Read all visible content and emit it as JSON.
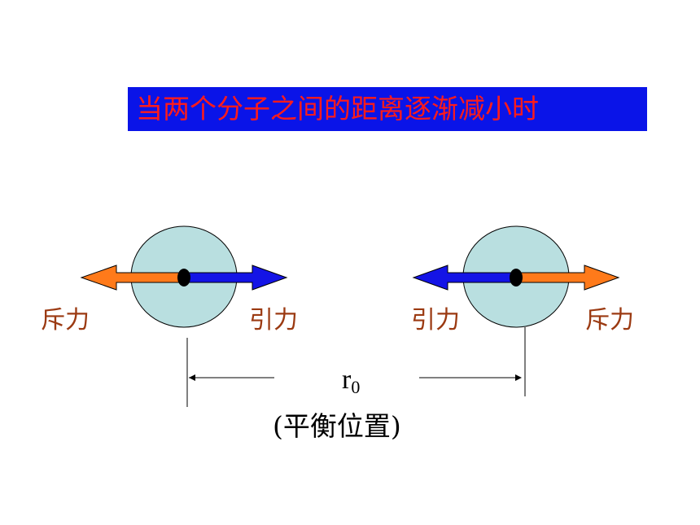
{
  "title": "当两个分子之间的距离逐渐减小时",
  "labels": {
    "left_repulsion": "斥力",
    "left_attraction": "引力",
    "right_attraction": "引力",
    "right_repulsion": "斥力"
  },
  "distance": {
    "symbol": "r",
    "subscript": "0",
    "caption": "(平衡位置)"
  },
  "colors": {
    "title_background": "#0a14e8",
    "title_text": "#ff1b1b",
    "molecule_fill": "#b9dfe0",
    "repulsion_arrow": "#ff7a1a",
    "attraction_arrow": "#1414e6",
    "force_label": "#9b3a12"
  }
}
